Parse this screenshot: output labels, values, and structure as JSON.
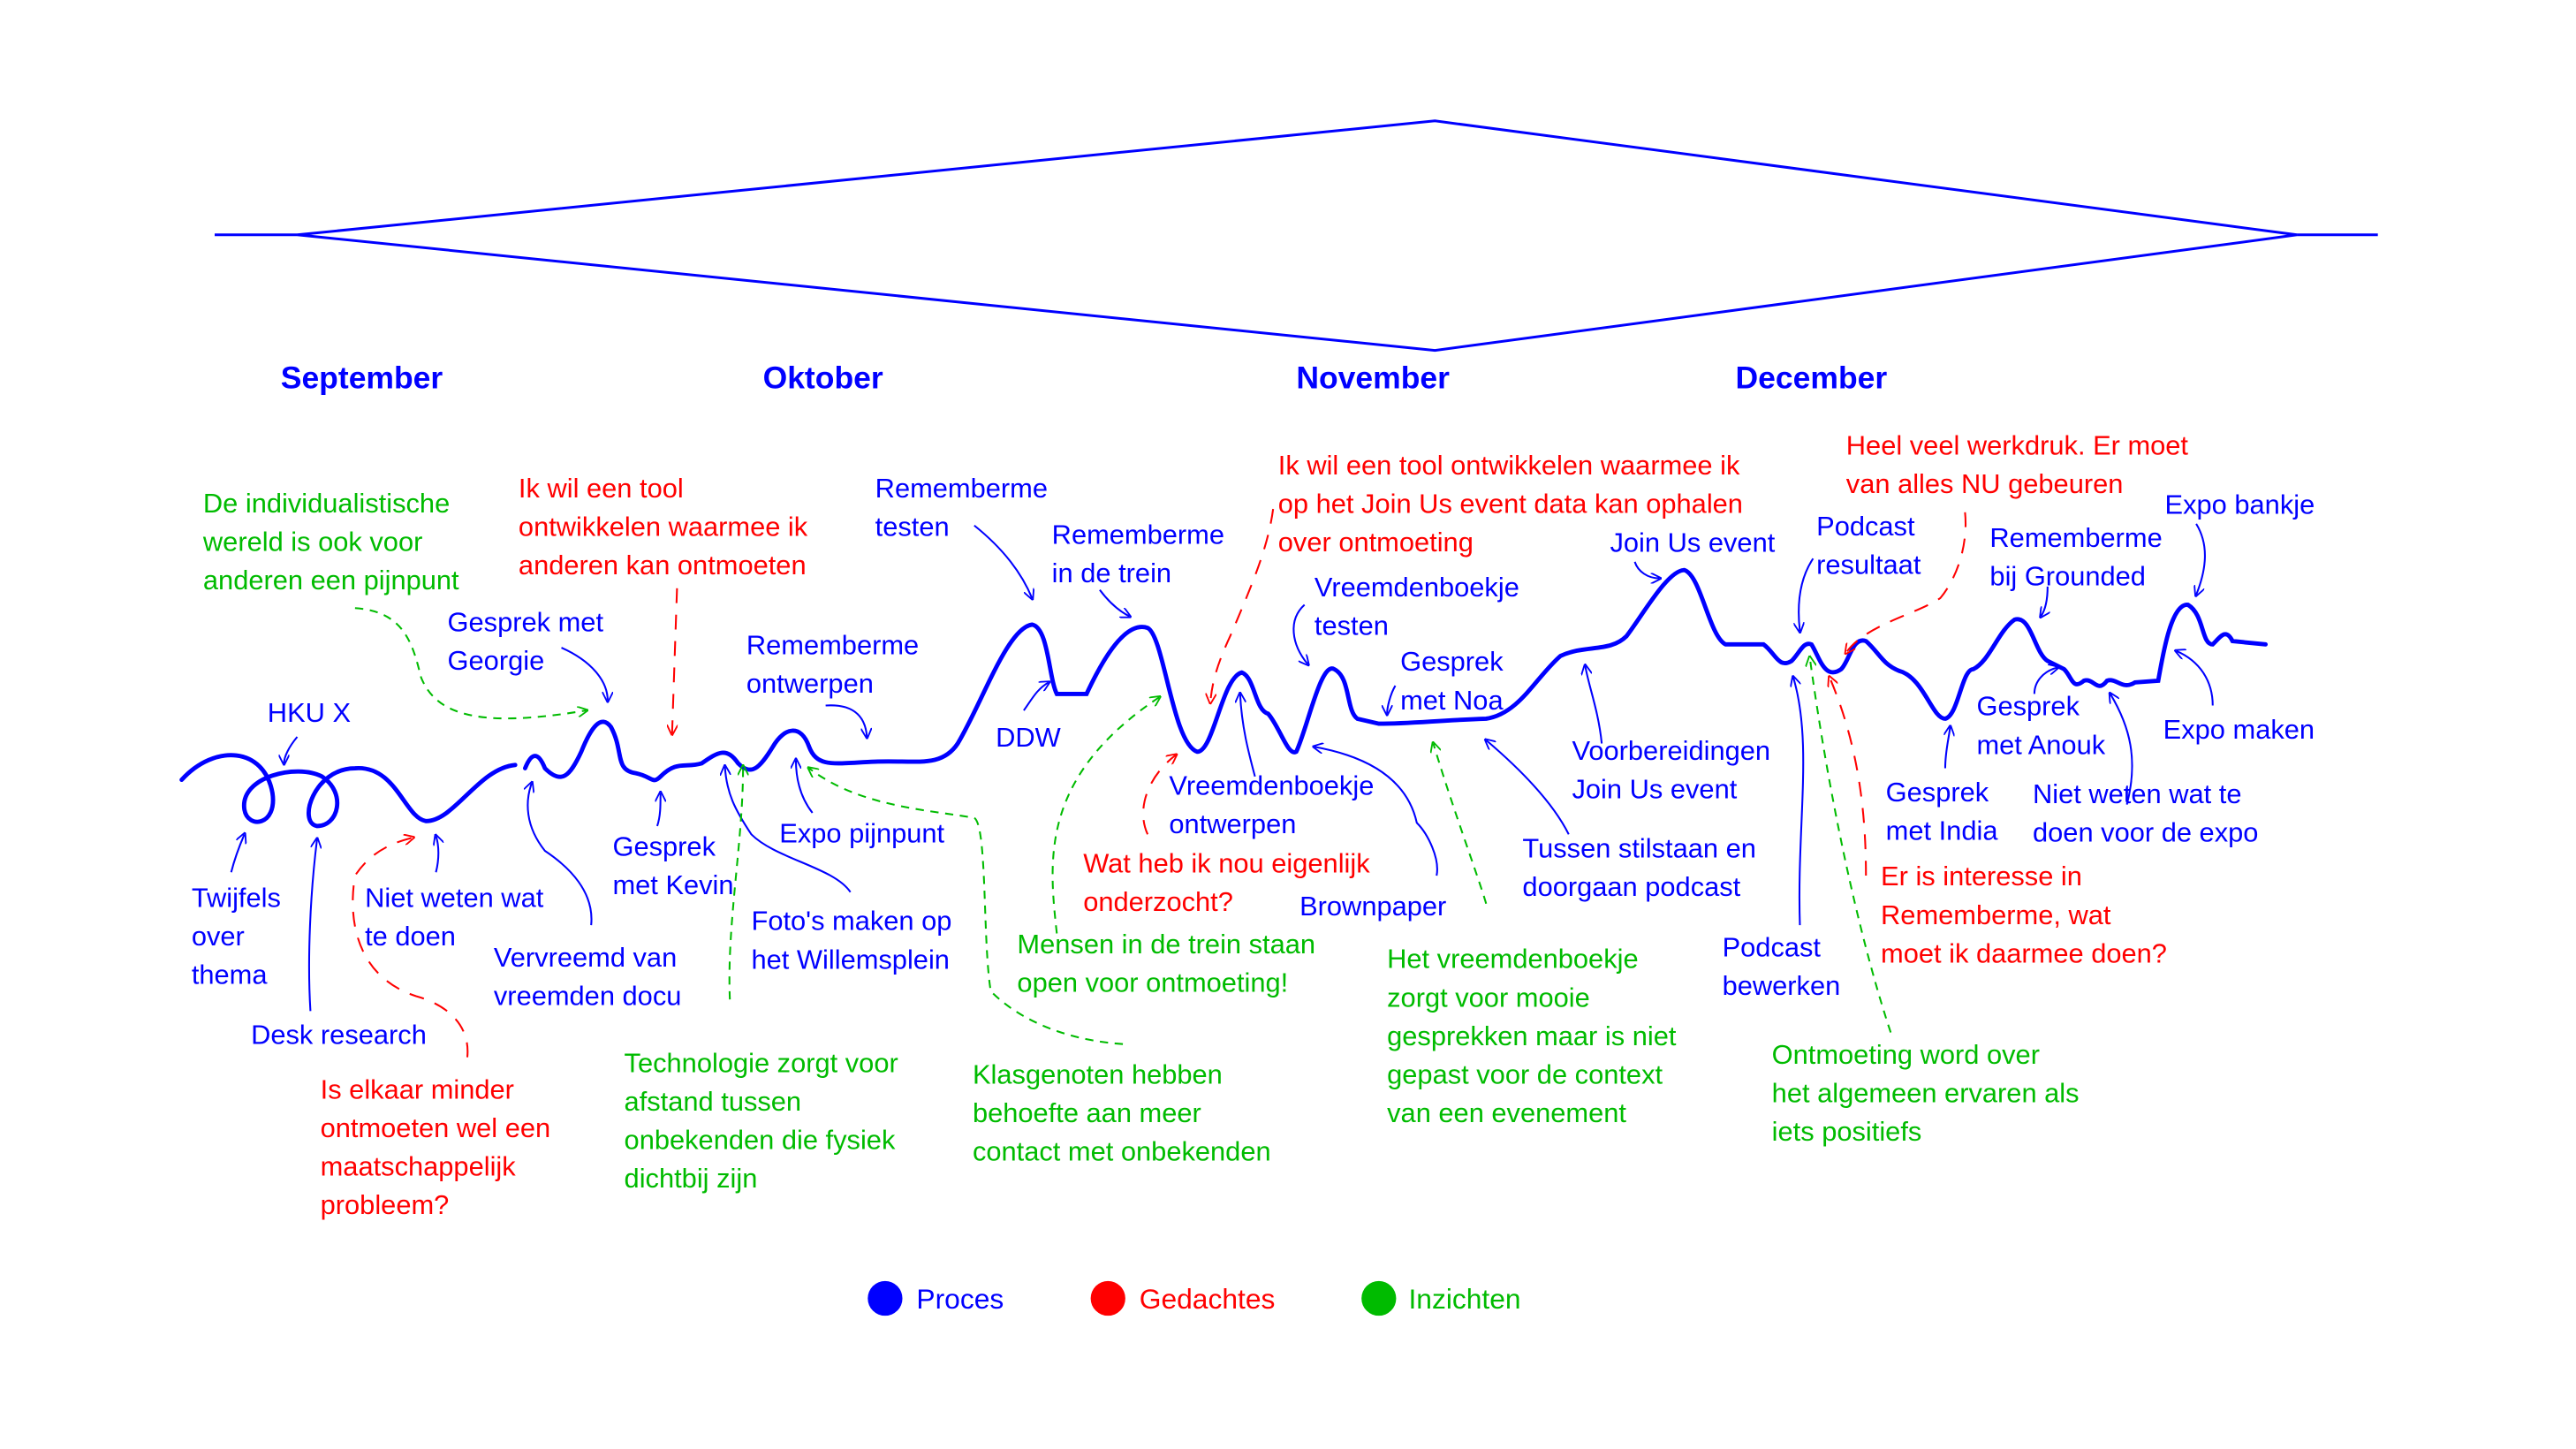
{
  "colors": {
    "proces": "#0000ff",
    "gedachtes": "#ff0000",
    "inzichten": "#00bb00"
  },
  "months": [
    "September",
    "Oktober",
    "November",
    "December"
  ],
  "legend": [
    {
      "label": "Proces",
      "color": "#0000ff"
    },
    {
      "label": "Gedachtes",
      "color": "#ff0000"
    },
    {
      "label": "Inzichten",
      "color": "#00bb00"
    }
  ],
  "labels": {
    "individualistisch": {
      "type": "inzichten",
      "lines": [
        "De individualistische",
        "wereld is ook voor",
        "anderen een pijnpunt"
      ]
    },
    "technologie": {
      "type": "inzichten",
      "lines": [
        "Technologie zorgt voor",
        "afstand tussen",
        "onbekenden die fysiek",
        "dichtbij zijn"
      ]
    },
    "trein-ontmoeting": {
      "type": "inzichten",
      "lines": [
        "Mensen in de trein staan",
        "open voor ontmoeting!"
      ]
    },
    "klasgenoten": {
      "type": "inzichten",
      "lines": [
        "Klasgenoten hebben",
        "behoefte aan meer",
        "contact met onbekenden"
      ]
    },
    "vreemdenboekje-inzicht": {
      "type": "inzichten",
      "lines": [
        "Het vreemdenboekje",
        "zorgt voor mooie",
        "gesprekken maar is niet",
        "gepast voor de context",
        "van een evenement"
      ]
    },
    "ontmoeting-positief": {
      "type": "inzichten",
      "lines": [
        "Ontmoeting word over",
        "het algemeen ervaren als",
        "iets positiefs"
      ]
    },
    "tool-ontmoeten": {
      "type": "gedachtes",
      "lines": [
        "Ik wil een tool",
        "ontwikkelen waarmee ik",
        "anderen kan ontmoeten"
      ]
    },
    "maatschappelijk": {
      "type": "gedachtes",
      "lines": [
        "Is elkaar minder",
        "ontmoeten wel een",
        "maatschappelijk",
        "probleem?"
      ]
    },
    "onderzocht": {
      "type": "gedachtes",
      "lines": [
        "Wat heb ik nou eigenlijk",
        "onderzocht?"
      ]
    },
    "tool-joinus": {
      "type": "gedachtes",
      "lines": [
        "Ik wil een tool ontwikkelen waarmee ik",
        "op het Join Us event data kan ophalen",
        "over ontmoeting"
      ]
    },
    "werkdruk": {
      "type": "gedachtes",
      "lines": [
        "Heel veel werkdruk. Er moet",
        "van alles NU gebeuren"
      ]
    },
    "interesse": {
      "type": "gedachtes",
      "lines": [
        "Er is interesse in",
        "Rememberme, wat",
        "moet ik daarmee doen?"
      ]
    },
    "hku-x": {
      "type": "proces",
      "lines": [
        "HKU X"
      ]
    },
    "twijfels": {
      "type": "proces",
      "lines": [
        "Twijfels",
        "over",
        "thema"
      ]
    },
    "desk-research": {
      "type": "proces",
      "lines": [
        "Desk research"
      ]
    },
    "niet-weten": {
      "type": "proces",
      "lines": [
        "Niet weten wat",
        "te doen"
      ]
    },
    "georgie": {
      "type": "proces",
      "lines": [
        "Gesprek met",
        "Georgie"
      ]
    },
    "vervreemd": {
      "type": "proces",
      "lines": [
        "Vervreemd van",
        "vreemden docu"
      ]
    },
    "kevin": {
      "type": "proces",
      "lines": [
        "Gesprek",
        "met Kevin"
      ]
    },
    "rm-ontwerpen": {
      "type": "proces",
      "lines": [
        "Rememberme",
        "ontwerpen"
      ]
    },
    "willemsplein": {
      "type": "proces",
      "lines": [
        "Foto's maken op",
        "het Willemsplein"
      ]
    },
    "expo-pijnpunt": {
      "type": "proces",
      "lines": [
        "Expo pijnpunt"
      ]
    },
    "rm-testen": {
      "type": "proces",
      "lines": [
        "Rememberme",
        "testen"
      ]
    },
    "ddw": {
      "type": "proces",
      "lines": [
        "DDW"
      ]
    },
    "rm-trein": {
      "type": "proces",
      "lines": [
        "Rememberme",
        "in de trein"
      ]
    },
    "vb-ontwerpen": {
      "type": "proces",
      "lines": [
        "Vreemdenboekje",
        "ontwerpen"
      ]
    },
    "vb-testen": {
      "type": "proces",
      "lines": [
        "Vreemdenboekje",
        "testen"
      ]
    },
    "noa": {
      "type": "proces",
      "lines": [
        "Gesprek",
        "met Noa"
      ]
    },
    "brownpaper": {
      "type": "proces",
      "lines": [
        "Brownpaper"
      ]
    },
    "joinus": {
      "type": "proces",
      "lines": [
        "Join Us event"
      ]
    },
    "voorbereidingen": {
      "type": "proces",
      "lines": [
        "Voorbereidingen",
        "Join Us event"
      ]
    },
    "podcast-stil": {
      "type": "proces",
      "lines": [
        "Tussen stilstaan en",
        "doorgaan podcast"
      ]
    },
    "podcast-resultaat": {
      "type": "proces",
      "lines": [
        "Podcast",
        "resultaat"
      ]
    },
    "podcast-bewerken": {
      "type": "proces",
      "lines": [
        "Podcast",
        "bewerken"
      ]
    },
    "grounded": {
      "type": "proces",
      "lines": [
        "Rememberme",
        "bij Grounded"
      ]
    },
    "expo-bankje": {
      "type": "proces",
      "lines": [
        "Expo bankje"
      ]
    },
    "anouk": {
      "type": "proces",
      "lines": [
        "Gesprek",
        "met Anouk"
      ]
    },
    "india": {
      "type": "proces",
      "lines": [
        "Gesprek",
        "met India"
      ]
    },
    "niet-weten-expo": {
      "type": "proces",
      "lines": [
        "Niet weten wat te",
        "doen voor de expo"
      ]
    },
    "expo-maken": {
      "type": "proces",
      "lines": [
        "Expo maken"
      ]
    }
  }
}
